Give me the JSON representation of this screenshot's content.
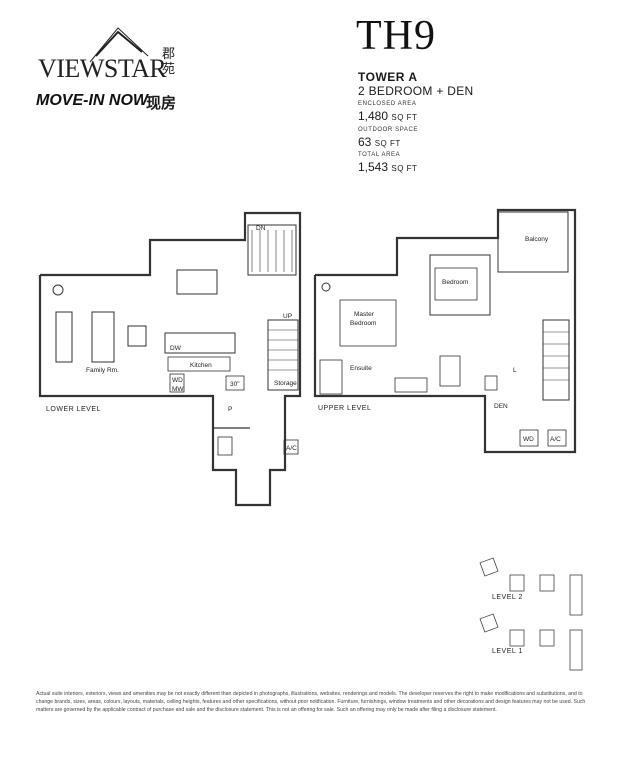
{
  "brand": {
    "name": "VIEWSTAR",
    "name_cn": "郡苑",
    "tagline": "MOVE-IN NOW",
    "tagline_cn": "现房"
  },
  "unit": {
    "code": "TH9",
    "tower": "TOWER A",
    "bedrooms": "2 BEDROOM + DEN",
    "enclosed_label": "ENCLOSED AREA",
    "enclosed_value": "1,480",
    "outdoor_label": "OUTDOOR SPACE",
    "outdoor_value": "63",
    "total_label": "TOTAL AREA",
    "total_value": "1,543",
    "unit_label": "SQ FT"
  },
  "plan": {
    "lower_level_label": "LOWER LEVEL",
    "upper_level_label": "UPPER LEVEL",
    "rooms": {
      "family": "Family Rm.",
      "kitchen": "Kitchen",
      "storage": "Storage",
      "dw": "DW",
      "wd": "WD",
      "mw": "MW",
      "thirty": "30\"",
      "ac": "A/C",
      "up": "UP",
      "dn": "DN",
      "p": "P",
      "bedroom": "Bedroom",
      "master_line1": "Master",
      "master_line2": "Bedroom",
      "balcony": "Balcony",
      "ensuite": "Ensuite",
      "den": "DEN",
      "l": "L",
      "wd_upper": "WD",
      "ac_upper": "A/C"
    }
  },
  "key_plan": {
    "level2": "LEVEL 2",
    "level1": "LEVEL 1"
  },
  "disclaimer": "Actual suite interiors, exteriors, views and amenities may be not exactly different than depicted in photographs, illustrations, websites, renderings and models. The developer reserves the right to make modifications and substitutions, and to change brands, sizes, areas, colours, layouts, materials, ceiling heights, features and other specifications, without prior notification. Furniture, furnishings, window treatments and other decorations and design features may not be used. Such matters are governed by the applicable contract of purchase and sale and the disclosure statement. This is not an offering for sale. Such an offering may only be made after filing a disclosure statement."
}
